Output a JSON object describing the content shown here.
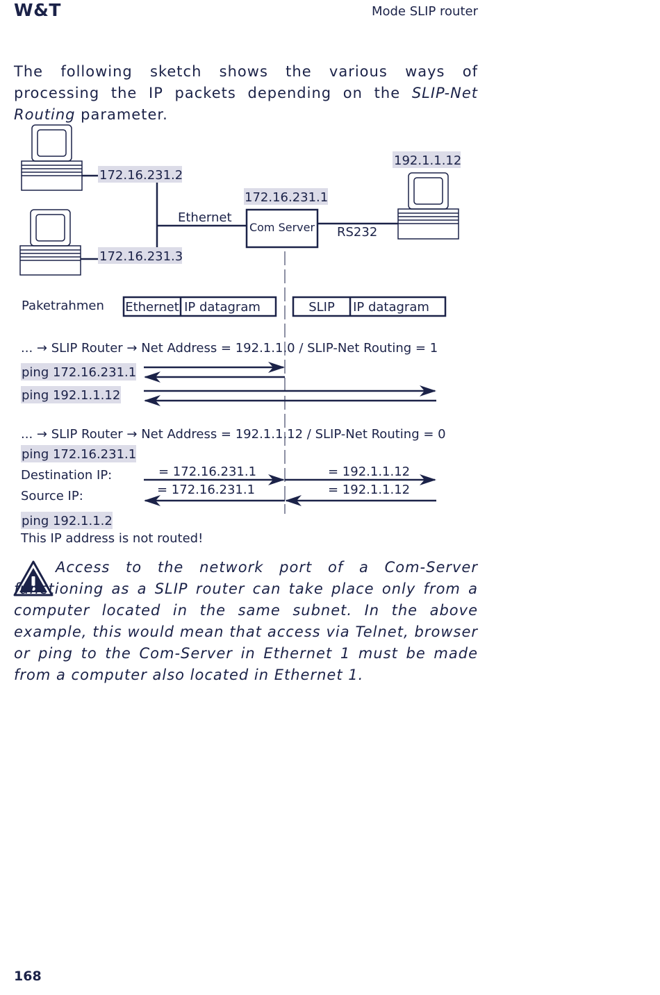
{
  "header": {
    "logo": "W&T",
    "title": "Mode SLIP router"
  },
  "intro": {
    "before": "The following sketch shows the various ways of processing the IP packets depending on the ",
    "emphasis": "SLIP-Net Routing",
    "after": " parameter."
  },
  "diagram": {
    "pc1_ip": "172.16.231.2",
    "pc2_ip": "172.16.231.3",
    "ethernet_label": "Ethernet",
    "server_ip": "172.16.231.1",
    "server_label": "Com Server",
    "rs232_label": "RS232",
    "remote_ip": "192.1.1.12",
    "frame_label": "Paketrahmen",
    "frame_left": [
      "Ethernet",
      "IP datagram"
    ],
    "frame_right": [
      "SLIP",
      "IP datagram"
    ],
    "scenario1": {
      "title": "... → SLIP Router → Net Address = 192.1.1.0 / SLIP-Net Routing = 1",
      "ping1": "ping 172.16.231.1",
      "ping2": "ping 192.1.1.12"
    },
    "scenario2": {
      "title": "... → SLIP Router → Net Address = 192.1.1.12 / SLIP-Net Routing = 0",
      "ping1": "ping 172.16.231.1",
      "dest_label": "Destination IP:",
      "src_label": "Source IP:",
      "dest_left": "= 172.16.231.1",
      "dest_right": "= 192.1.1.12",
      "src_left": "= 172.16.231.1",
      "src_right": "= 192.1.1.12",
      "ping2": "ping 192.1.1.2",
      "not_routed": "This IP address is not routed!"
    }
  },
  "warning": {
    "text": "Access to the network port of a Com-Server functioning as a SLIP router can take place only from a computer located in the same subnet. In the above example, this would mean that access via Telnet, browser or ping to the Com-Server in Ethernet 1 must be made from a computer also located in Ethernet 1."
  },
  "footer": {
    "page_number": "168"
  },
  "colors": {
    "ink": "#1b2248",
    "highlight": "#dcdce8"
  }
}
